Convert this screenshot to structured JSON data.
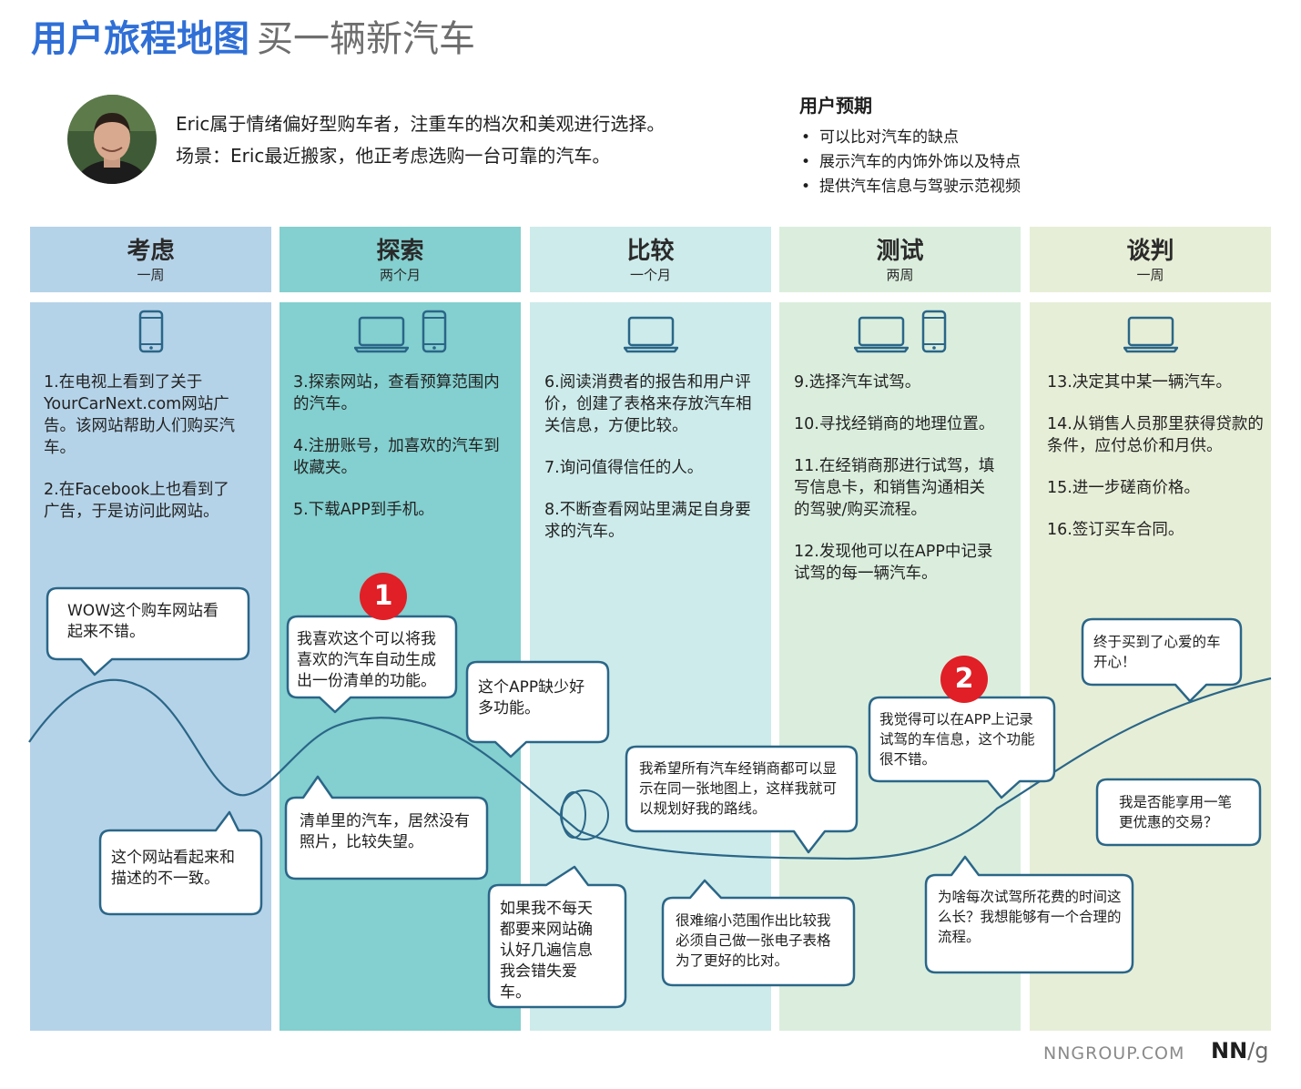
{
  "title": {
    "main": "用户旅程地图",
    "sub": "买一辆新汽车"
  },
  "persona": {
    "line1": "Eric属于情绪偏好型购车者，注重车的档次和美观进行选择。",
    "line2": "场景：Eric最近搬家，他正考虑选购一台可靠的汽车。"
  },
  "expectations": {
    "title": "用户预期",
    "items": [
      "可以比对汽车的缺点",
      "展示汽车的内饰外饰以及特点",
      "提供汽车信息与驾驶示范视频"
    ]
  },
  "stages": [
    {
      "name": "考虑",
      "duration": "一周",
      "color": "#b5d3e8",
      "devices": [
        "phone"
      ],
      "steps": [
        "1.在电视上看到了关于YourCarNext.com网站广告。该网站帮助人们购买汽车。",
        "2.在Facebook上也看到了广告，于是访问此网站。"
      ]
    },
    {
      "name": "探索",
      "duration": "两个月",
      "color": "#84cfcf",
      "devices": [
        "laptop",
        "phone"
      ],
      "steps": [
        "3.探索网站，查看预算范围内的汽车。",
        "4.注册账号，加喜欢的汽车到收藏夹。",
        "5.下载APP到手机。"
      ]
    },
    {
      "name": "比较",
      "duration": "一个月",
      "color": "#cdebea",
      "devices": [
        "laptop"
      ],
      "steps": [
        "6.阅读消费者的报告和用户评价，创建了表格来存放汽车相关信息，方便比较。",
        "7.询问值得信任的人。",
        "8.不断查看网站里满足自身要求的汽车。"
      ]
    },
    {
      "name": "测试",
      "duration": "两周",
      "color": "#dbeedd",
      "devices": [
        "laptop",
        "phone"
      ],
      "steps": [
        "9.选择汽车试驾。",
        "10.寻找经销商的地理位置。",
        "11.在经销商那进行试驾，填写信息卡，和销售沟通相关的驾驶/购买流程。",
        "12.发现他可以在APP中记录试驾的每一辆汽车。"
      ]
    },
    {
      "name": "谈判",
      "duration": "一周",
      "color": "#e7eed7",
      "devices": [
        "laptop"
      ],
      "steps": [
        "13.决定其中某一辆汽车。",
        "14.从销售人员那里获得贷款的条件，应付总价和月供。",
        "15.进一步磋商价格。",
        "16.签订买车合同。"
      ]
    }
  ],
  "thoughts": [
    "WOW这个购车网站看起来不错。",
    "这个网站看起来和描述的不一致。",
    "我喜欢这个可以将我喜欢的汽车自动生成出一份清单的功能。",
    "清单里的汽车，居然没有照片，比较失望。",
    "这个APP缺少好多功能。",
    "如果我不每天都要来网站确认好几遍信息我会错失爱车。",
    "我希望所有汽车经销商都可以显示在同一张地图上，这样我就可以规划好我的路线。",
    "很难缩小范围作出比较我必须自己做一张电子表格为了更好的比对。",
    "我觉得可以在APP上记录试驾的车信息，这个功能很不错。",
    "为啥每次试驾所花费的时间这么长？我想能够有一个合理的流程。",
    "终于买到了心爱的车开心！",
    "我是否能享用一笔更优惠的交易？"
  ],
  "badges": [
    "1",
    "2"
  ],
  "colors": {
    "title": "#2f6fd6",
    "curve": "#2a6688",
    "badge": "#e11f26",
    "bubble_border": "#2a6688"
  },
  "footer": {
    "site": "NNGROUP.COM",
    "logo_a": "NN",
    "logo_slash": "/",
    "logo_b": "g"
  }
}
